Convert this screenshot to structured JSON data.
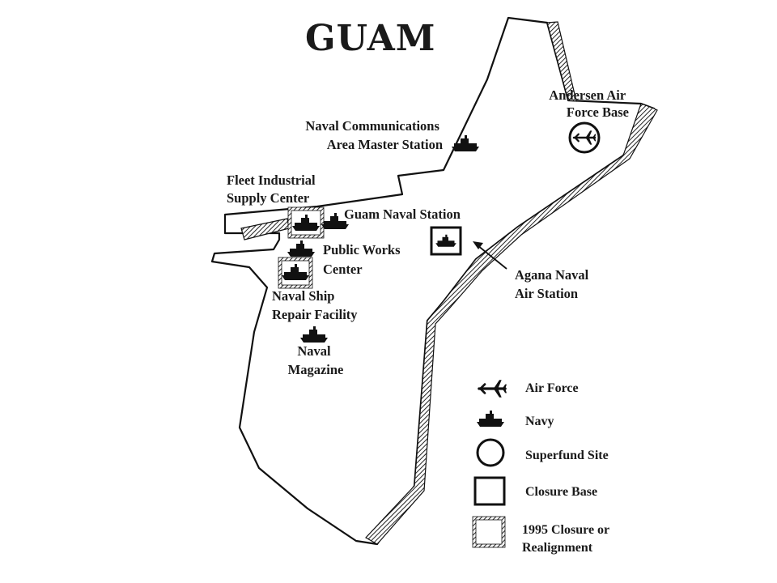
{
  "title": "GUAM",
  "labels": {
    "andersen": [
      "Andersen Air",
      "Force Base"
    ],
    "naval_comm": [
      "Naval Communications",
      "Area Master Station"
    ],
    "fleet_supply": [
      "Fleet Industrial",
      "Supply Center"
    ],
    "guam_naval_station": [
      "Guam Naval Station"
    ],
    "public_works": [
      "Public Works",
      "Center"
    ],
    "agana_nas": [
      "Agana Naval",
      "Air Station"
    ],
    "ship_repair": [
      "Naval Ship",
      "Repair Facility"
    ],
    "naval_magazine": [
      "Naval",
      "Magazine"
    ]
  },
  "legend": [
    {
      "symbol": "air-force-icon",
      "label": "Air Force"
    },
    {
      "symbol": "navy-ship-icon",
      "label": "Navy"
    },
    {
      "symbol": "superfund-circle-icon",
      "label": "Superfund Site"
    },
    {
      "symbol": "closure-square-icon",
      "label": "Closure Base"
    },
    {
      "symbol": "hatched-square-icon",
      "label": [
        "1995 Closure or",
        "Realignment"
      ]
    }
  ]
}
